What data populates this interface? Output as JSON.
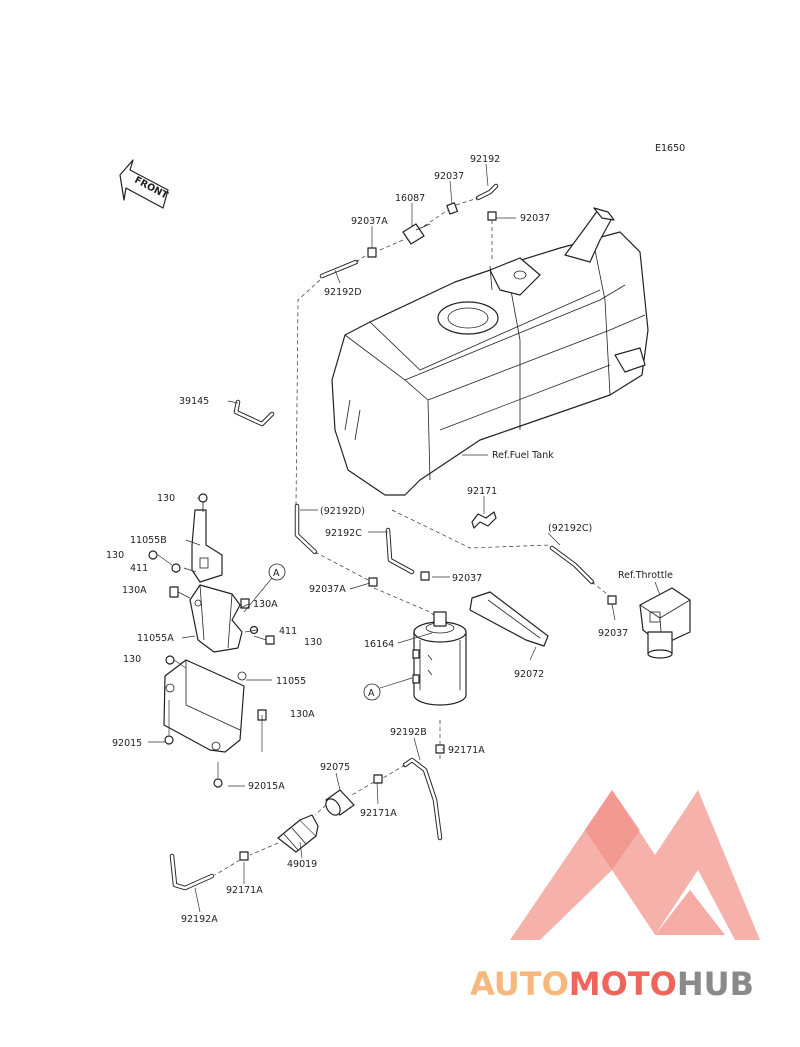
{
  "diagram_code": "E1650",
  "front_label": "FRONT",
  "refs": {
    "fuel_tank": "Ref.Fuel Tank",
    "throttle": "Ref.Throttle"
  },
  "markers": {
    "circle_a": "A"
  },
  "parts": {
    "p92192": "92192",
    "p92037_top": "92037",
    "p16087": "16087",
    "p92037a_top": "92037A",
    "p92037_right": "92037",
    "p92192d": "92192D",
    "p39145": "39145",
    "p92192d_paren": "(92192D)",
    "p92171": "92171",
    "p92192c": "92192C",
    "p92192c_paren": "(92192C)",
    "p130_top": "130",
    "p11055b": "11055B",
    "p130_left": "130",
    "p411_left": "411",
    "p130a_left": "130A",
    "p92037a_mid": "92037A",
    "p92037_mid": "92037",
    "p130a_mid": "130A",
    "p11055a": "11055A",
    "p411_mid": "411",
    "p130_mid": "130",
    "p16164": "16164",
    "p92072": "92072",
    "p92037_throttle": "92037",
    "p130_low": "130",
    "p11055": "11055",
    "p130a_low": "130A",
    "p92015": "92015",
    "p92192b": "92192B",
    "p92171a_right": "92171A",
    "p92075": "92075",
    "p92015a": "92015A",
    "p92171a_mid": "92171A",
    "p49019": "49019",
    "p92171a_low": "92171A",
    "p92192a": "92192A"
  },
  "watermark": {
    "part1": "AUTO",
    "part2": "MOTO",
    "part3": "HUB",
    "color_light": "#f7b87e",
    "color_mid": "#f0655b",
    "color_dark": "#8a8a8a"
  }
}
